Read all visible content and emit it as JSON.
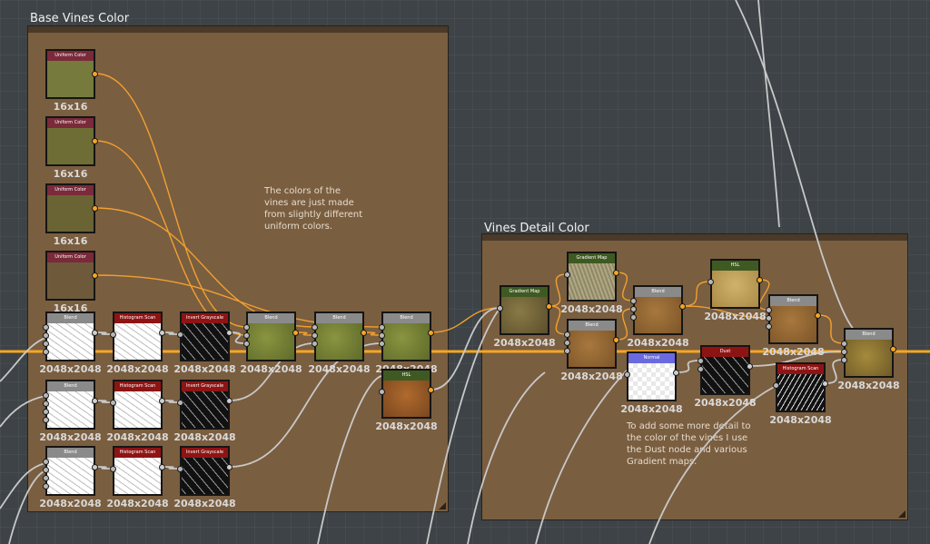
{
  "colors": {
    "uniform_head": "#7a2a3a",
    "gray_head": "#8a8a8a",
    "red_head": "#8e1414",
    "green_head": "#3e5a22",
    "blue_head": "#6a6ae0",
    "frame_fill": "#7a5e40",
    "wire_orange": "#f5a623",
    "wire_gray": "#c8c8c8"
  },
  "frames": {
    "base": {
      "title": "Base Vines Color",
      "comment": "The colors of the\nvines are just made\nfrom slightly different\nuniform colors."
    },
    "detail": {
      "title": "Vines Detail Color",
      "comment": "To add some more detail to\nthe color of the vines I use\nthe Dust node and various\nGradient maps."
    }
  },
  "nodes": [
    {
      "name": "uniform-color-node-1",
      "label": "Uniform Color",
      "resolution": "16x16",
      "icon": "uniform-color-icon"
    },
    {
      "name": "uniform-color-node-2",
      "label": "Uniform Color",
      "resolution": "16x16",
      "icon": "uniform-color-icon"
    },
    {
      "name": "uniform-color-node-3",
      "label": "Uniform Color",
      "resolution": "16x16",
      "icon": "uniform-color-icon"
    },
    {
      "name": "uniform-color-node-4",
      "label": "Uniform Color",
      "resolution": "16x16",
      "icon": "uniform-color-icon"
    },
    {
      "name": "blend-node-1",
      "label": "Blend",
      "resolution": "2048x2048"
    },
    {
      "name": "histogram-scan-node-1",
      "label": "Histogram Scan",
      "resolution": "2048x2048"
    },
    {
      "name": "invert-grayscale-node-1",
      "label": "Invert Grayscale",
      "resolution": "2048x2048"
    },
    {
      "name": "blend-node-2",
      "label": "Blend",
      "resolution": "2048x2048"
    },
    {
      "name": "blend-node-3",
      "label": "Blend",
      "resolution": "2048x2048"
    },
    {
      "name": "blend-node-4",
      "label": "Blend",
      "resolution": "2048x2048"
    },
    {
      "name": "hsl-node-1",
      "label": "HSL",
      "resolution": "2048x2048"
    },
    {
      "name": "blend-node-5",
      "label": "Blend",
      "resolution": "2048x2048"
    },
    {
      "name": "histogram-scan-node-2",
      "label": "Histogram Scan",
      "resolution": "2048x2048"
    },
    {
      "name": "invert-grayscale-node-2",
      "label": "Invert Grayscale",
      "resolution": "2048x2048"
    },
    {
      "name": "blend-node-6",
      "label": "Blend",
      "resolution": "2048x2048"
    },
    {
      "name": "histogram-scan-node-3",
      "label": "Histogram Scan",
      "resolution": "2048x2048"
    },
    {
      "name": "invert-grayscale-node-3",
      "label": "Invert Grayscale",
      "resolution": "2048x2048"
    },
    {
      "name": "gradient-map-node-1",
      "label": "Gradient Map",
      "resolution": "2048x2048"
    },
    {
      "name": "gradient-map-node-2",
      "label": "Gradient Map",
      "resolution": "2048x2048"
    },
    {
      "name": "blend-node-7",
      "label": "Blend",
      "resolution": "2048x2048"
    },
    {
      "name": "blend-node-8",
      "label": "Blend",
      "resolution": "2048x2048"
    },
    {
      "name": "hsl-node-2",
      "label": "HSL",
      "resolution": "2048x2048"
    },
    {
      "name": "blend-node-9",
      "label": "Blend",
      "resolution": "2048x2048"
    },
    {
      "name": "normal-node",
      "label": "Normal",
      "resolution": "2048x2048"
    },
    {
      "name": "dust-node",
      "label": "Dust",
      "resolution": "2048x2048"
    },
    {
      "name": "histogram-scan-node-4",
      "label": "Histogram Scan",
      "resolution": "2048x2048"
    },
    {
      "name": "blend-node-10",
      "label": "Blend",
      "resolution": "2048x2048"
    }
  ]
}
